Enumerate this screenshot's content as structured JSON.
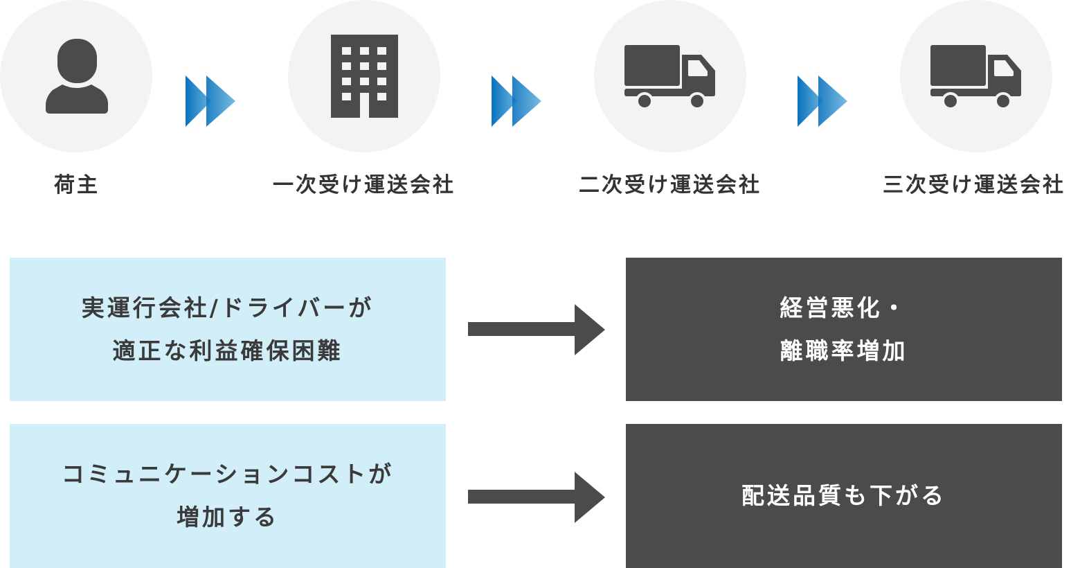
{
  "flow": {
    "steps": [
      {
        "label": "荷主",
        "icon": "person-icon"
      },
      {
        "label": "一次受け運送会社",
        "icon": "building-icon"
      },
      {
        "label": "二次受け運送会社",
        "icon": "truck-icon"
      },
      {
        "label": "三次受け運送会社",
        "icon": "truck-icon"
      }
    ],
    "connector_icon": "double-chevron-right-icon",
    "colors": {
      "circle_bg": "#f2f3f5",
      "icon": "#4b4b4b",
      "chevron_start": "#0a72bd",
      "chevron_end": "#6ab4df"
    }
  },
  "consequences": [
    {
      "cause_lines": [
        "実運行会社/ドライバーが",
        "適正な利益確保困難"
      ],
      "effect_lines": [
        "経営悪化・",
        "離職率増加"
      ]
    },
    {
      "cause_lines": [
        "コミュニケーションコストが",
        "増加する"
      ],
      "effect_lines": [
        "配送品質も下がる"
      ]
    }
  ],
  "colors": {
    "cause_bg": "#d1eef9",
    "effect_bg": "#4b4b4b",
    "arrow": "#4b4b4b",
    "text_dark": "#333333",
    "text_light": "#ffffff"
  }
}
